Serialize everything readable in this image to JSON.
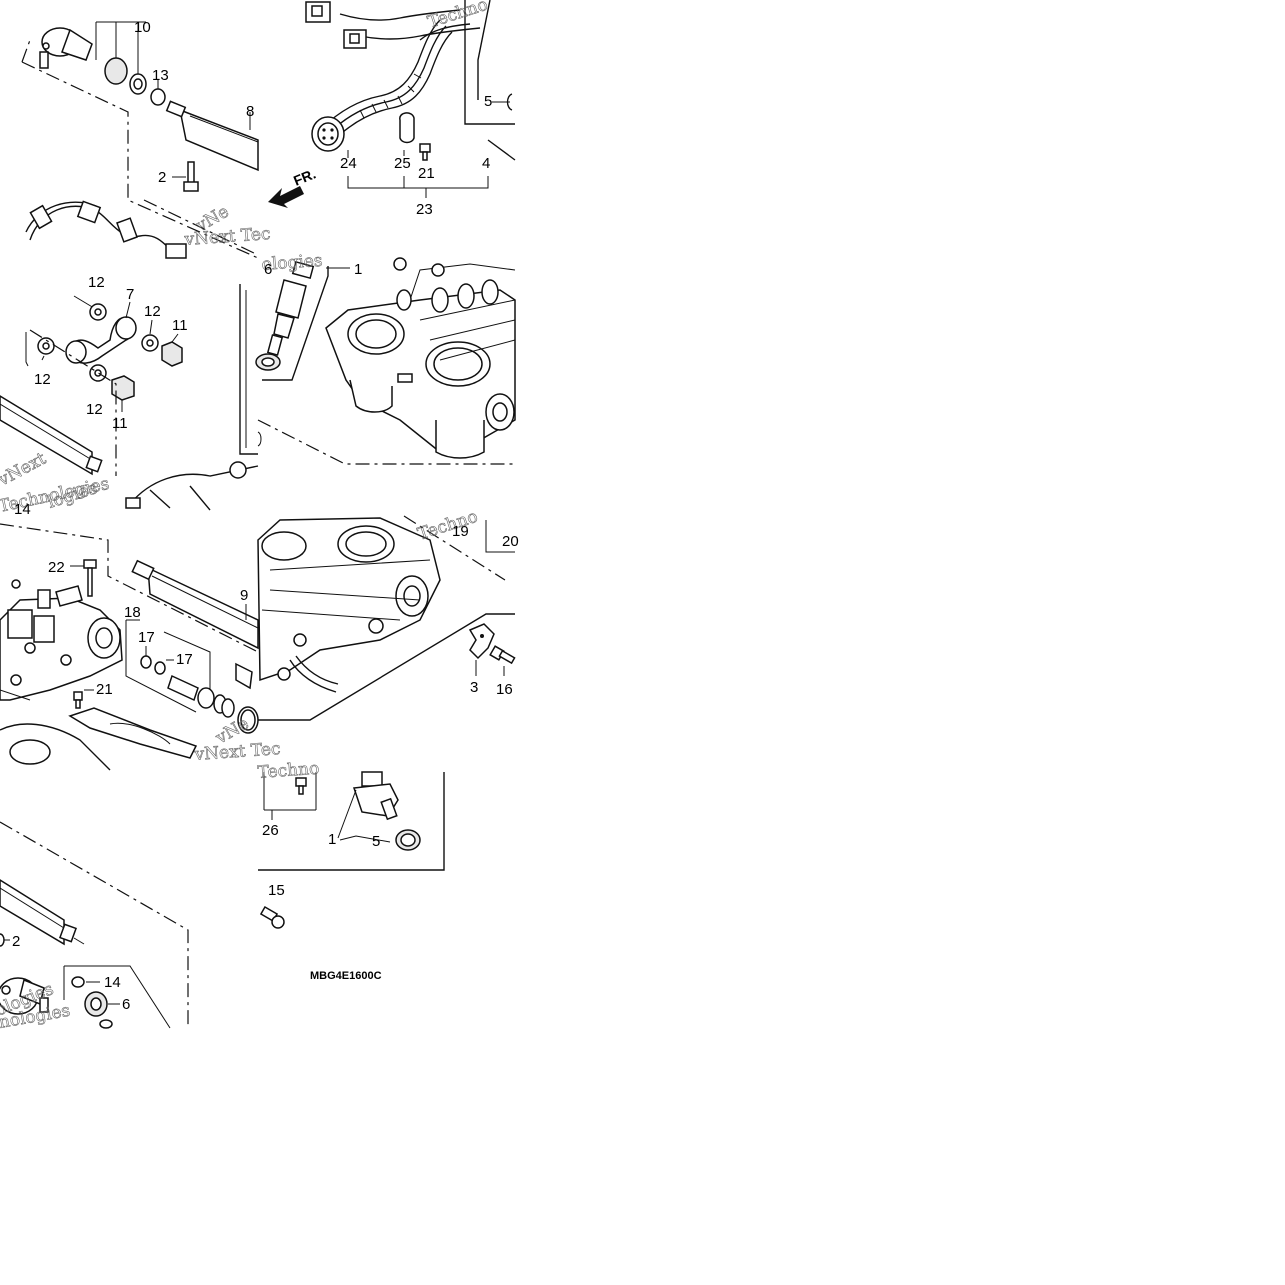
{
  "callouts": {
    "t1": [
      "10",
      "13",
      "8",
      "2"
    ],
    "t2": [
      "5",
      "24",
      "25",
      "21",
      "4",
      "23"
    ],
    "t3": [
      "12",
      "7",
      "12",
      "11",
      "12",
      "12",
      "11",
      "14"
    ],
    "t4": [
      "6",
      "1"
    ],
    "t5": [
      "22",
      "18",
      "9",
      "17",
      "17",
      "21"
    ],
    "t6": [
      "19",
      "20",
      "3",
      "16"
    ],
    "t7": [
      "2",
      "14",
      "6"
    ],
    "t8": [
      "26",
      "1",
      "5",
      "15"
    ]
  },
  "direction_label": "FR.",
  "drawing_code": "MBG4E1600C",
  "watermark": [
    "vNext Tec",
    "Techno",
    "vNext",
    "Technologies",
    "ologies",
    "vNext Tec",
    "Techno",
    "ologies",
    "Techno",
    "nologies"
  ]
}
